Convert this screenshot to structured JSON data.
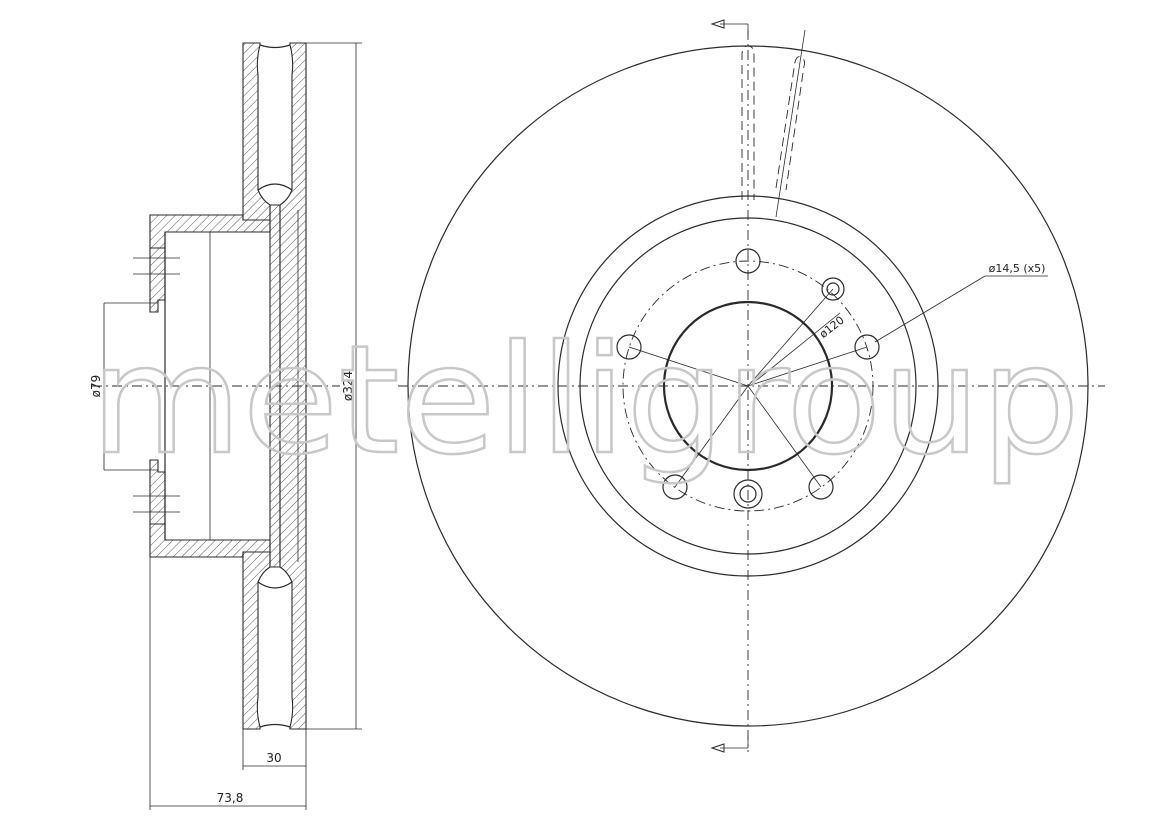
{
  "watermark": "metelligroup",
  "dimensions": {
    "hub_bore": "ø79",
    "outer_diameter": "ø324",
    "disc_thickness": "30",
    "overall_height": "73,8",
    "bolt_circle": "ø120",
    "bolt_holes": "ø14,5 (x5)"
  },
  "colors": {
    "line": "#2b2b2b",
    "watermark": "#c8c8c8",
    "background": "#ffffff"
  },
  "icons": [
    "section-arrow-icon"
  ]
}
